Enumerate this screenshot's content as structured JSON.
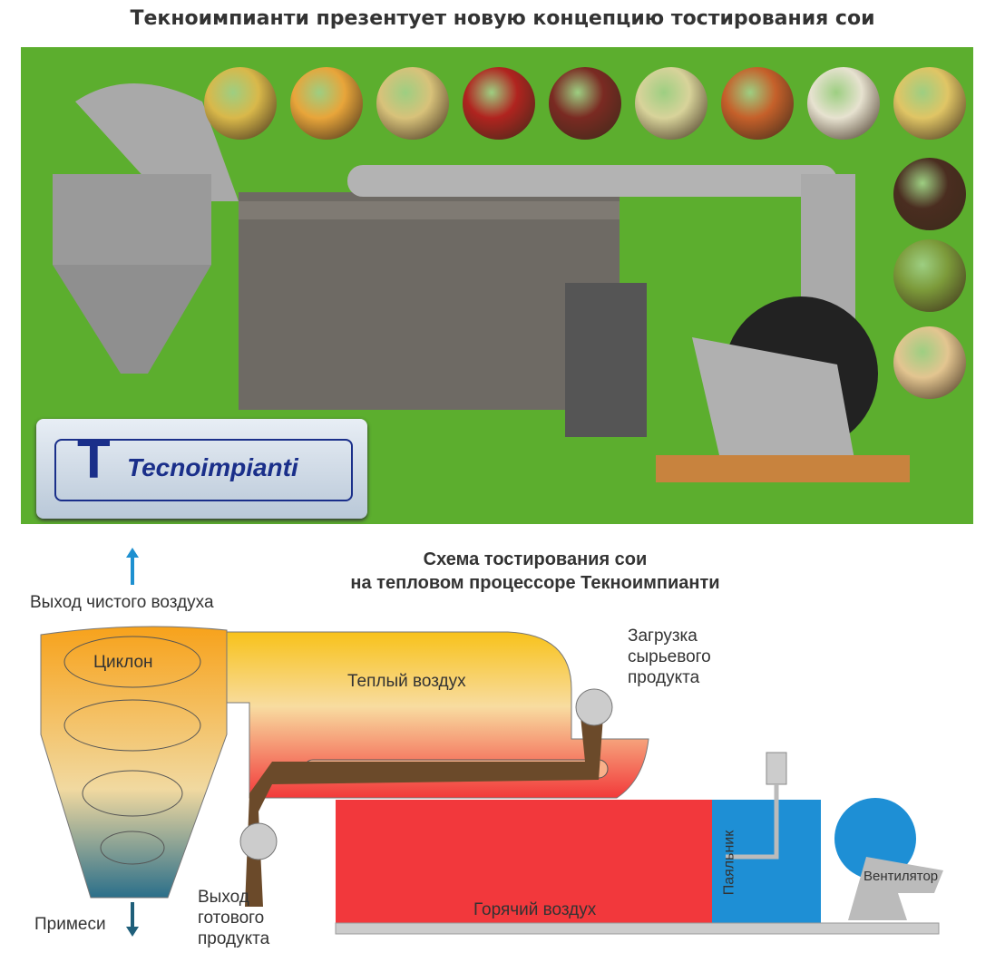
{
  "article": {
    "title": "Текноимпианти презентует новую концепцию тостирования сои"
  },
  "photo": {
    "logo_text": "Tecnoimpianti",
    "bean_colors": [
      "#d9b84a",
      "#e8a53a",
      "#d8c27a",
      "#b0241f",
      "#7a2a22",
      "#d8d39a",
      "#c5602a",
      "#e7e2d0",
      "#e0c565",
      "#4a2d20",
      "#7c9a3a",
      "#e3c590"
    ]
  },
  "diagram": {
    "title_line1": "Схема тостирования сои",
    "title_line2": "на тепловом процессоре Текноимпианти",
    "clean_air_out": "Выход чистого воздуха",
    "cyclone": "Циклон",
    "warm_air": "Теплый воздух",
    "raw_load": [
      "Загрузка",
      "сырьевого",
      "продукта"
    ],
    "impurities": "Примеси",
    "product_out": [
      "Выход",
      "готового",
      "продукта"
    ],
    "hot_air": "Горячий воздух",
    "burner": "Паяльник",
    "fan": "Вентилятор"
  }
}
